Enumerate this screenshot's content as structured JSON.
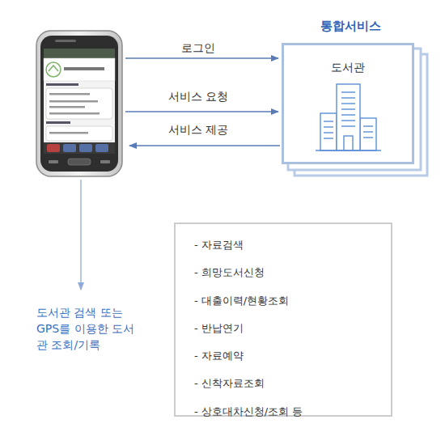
{
  "diagram": {
    "nodes": [
      {
        "text": [
          "통합서비스",
          "도서관"
        ]
      },
      {
        "text": [
          "- 자료검색",
          "- 희망도서신청",
          "- 대출이력/현황조회",
          "- 반납연기",
          "- 자료예약",
          "- 신착자료조회",
          "- 상호대차신청/조회 등"
        ]
      }
    ],
    "labels": [
      "로그인",
      "서비스 요청",
      "서비스 제공",
      "도서관 검색 또는 GPS를 이용한 도서관 조회/기록"
    ]
  }
}
